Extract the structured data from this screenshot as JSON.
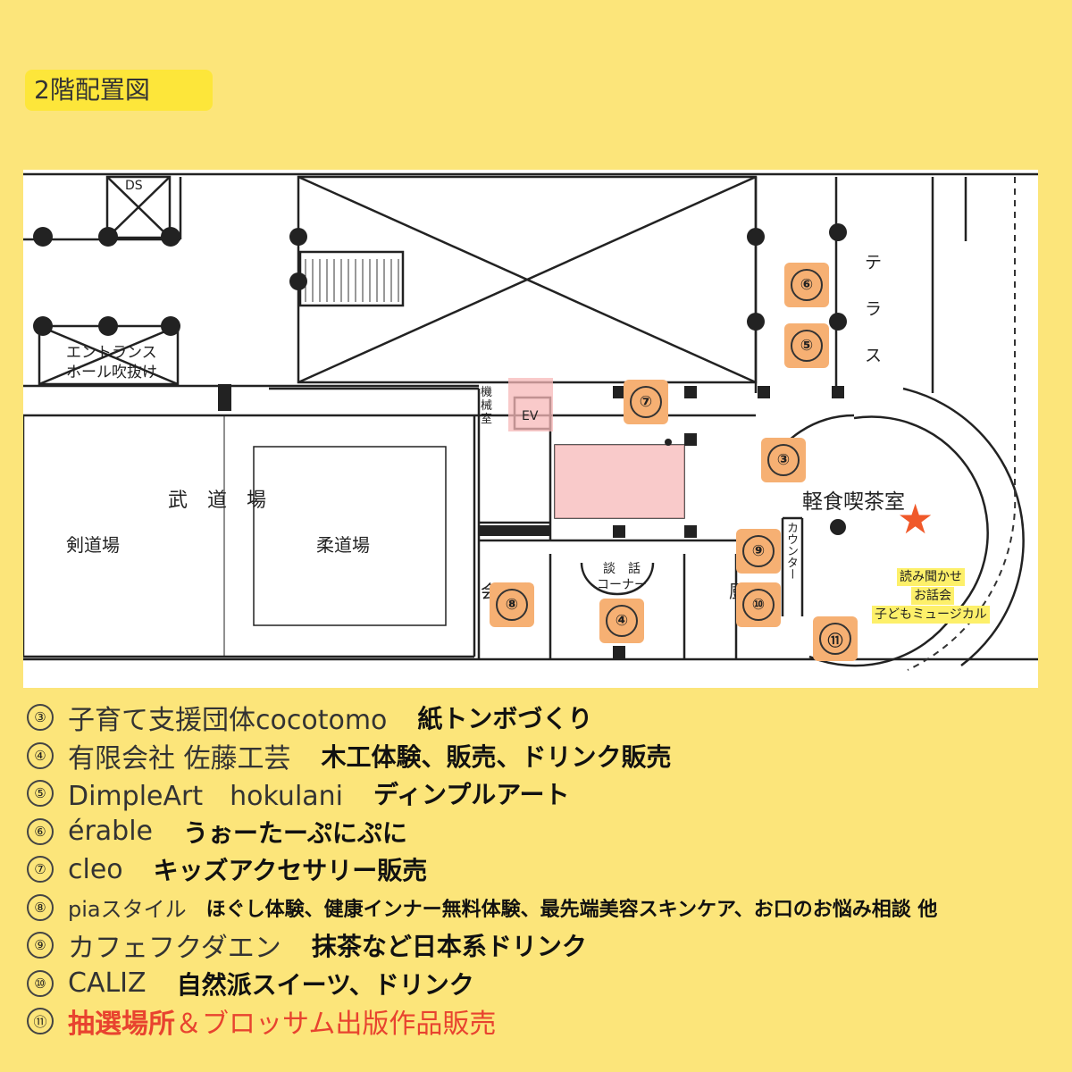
{
  "title": "2階配置図",
  "plan": {
    "labels": {
      "ds": "DS",
      "entrance": "エントランス\nホール吹抜け",
      "budojo": "武　道　場",
      "kendojo": "剣道場",
      "judojo": "柔道場",
      "kikaishitsu": "機\n械\n室",
      "ev": "EV",
      "terrace": "テ\nラ\nス",
      "cafe": "軽食喫茶室",
      "counter": "カウンター",
      "danwa": "談　話\nコーナー",
      "kaigishitsu": "会議室",
      "chubo": "厨"
    },
    "booths": [
      "⑥",
      "⑤",
      "⑦",
      "③",
      "⑨",
      "⑩",
      "⑧",
      "④",
      "⑪"
    ],
    "callout": [
      "読み聞かせ",
      "お話会",
      "子どもミュージカル"
    ],
    "star_color": "#f0592a",
    "booth_color": "#f6b073",
    "highlight_color": "#f7b8b8"
  },
  "legend": [
    {
      "num": "③",
      "org": "子育て支援団体cocotomo",
      "act": "紙トンボづくり"
    },
    {
      "num": "④",
      "org": "有限会社  佐藤工芸",
      "act": "木工体験、販売、ドリンク販売"
    },
    {
      "num": "⑤",
      "org": "DimpleArt　hokulani",
      "act": "ディンプルアート"
    },
    {
      "num": "⑥",
      "org": "érable",
      "act": "うぉーたーぷにぷに"
    },
    {
      "num": "⑦",
      "org": "cleo",
      "act": "キッズアクセサリー販売"
    },
    {
      "num": "⑧",
      "org": "piaスタイル",
      "act": "ほぐし体験、健康インナー無料体験、最先端美容スキンケア、お口のお悩み相談  他"
    },
    {
      "num": "⑨",
      "org": "カフェフクダエン",
      "act": "抹茶など日本系ドリンク"
    },
    {
      "num": "⑩",
      "org": "CALIZ",
      "act": "自然派スイーツ、ドリンク"
    },
    {
      "num": "⑪",
      "org_highlight": "抽選場所",
      "org_rest": "＆ブロッサム出版作品販売"
    }
  ]
}
